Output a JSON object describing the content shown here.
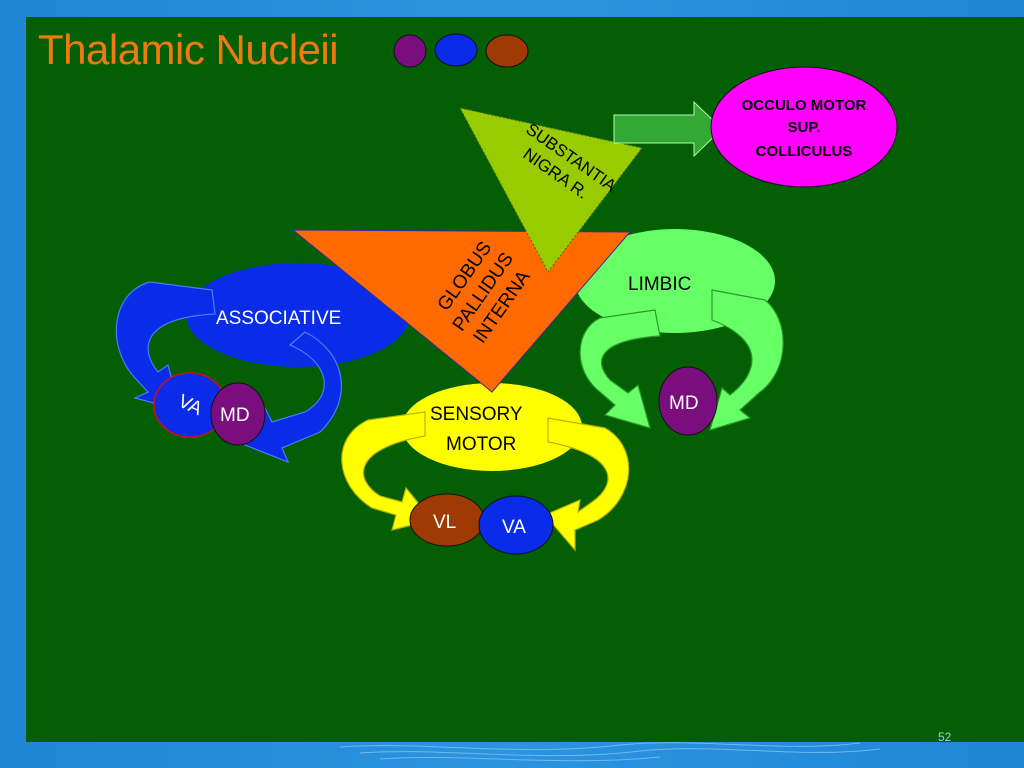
{
  "slide": {
    "title": "Thalamic Nucleii",
    "slide_number": "52"
  },
  "colors": {
    "background": "#045e04",
    "title": "#f07a10",
    "legend_dot_1": "#7a0e7e",
    "legend_dot_2": "#0a2be8",
    "legend_dot_3": "#a03a05",
    "associative": "#0a2be8",
    "limbic": "#66ff66",
    "sensory_motor": "#ffff00",
    "globus_pallidus": "#ff6a00",
    "substantia_nigra": "#99cc00",
    "occulo_motor": "#ff00ff",
    "md": "#7a0e7e",
    "vl": "#a03a05",
    "va": "#0a2be8"
  },
  "diagram": {
    "occulo_motor": [
      "OCCULO MOTOR",
      "SUP.",
      "COLLICULUS"
    ],
    "substantia_nigra": [
      "SUBSTANTIA",
      "NIGRA R."
    ],
    "globus_pallidus": [
      "GLOBUS",
      "PALLIDUS",
      "INTERNA"
    ],
    "associative": "ASSOCIATIVE",
    "limbic": "LIMBIC",
    "sensory_motor": [
      "SENSORY",
      "MOTOR"
    ],
    "associative_nuclei": {
      "va": "VA",
      "md": "MD"
    },
    "limbic_nuclei": {
      "md": "MD"
    },
    "sensory_motor_nuclei": {
      "vl": "VL",
      "va": "VA"
    }
  }
}
